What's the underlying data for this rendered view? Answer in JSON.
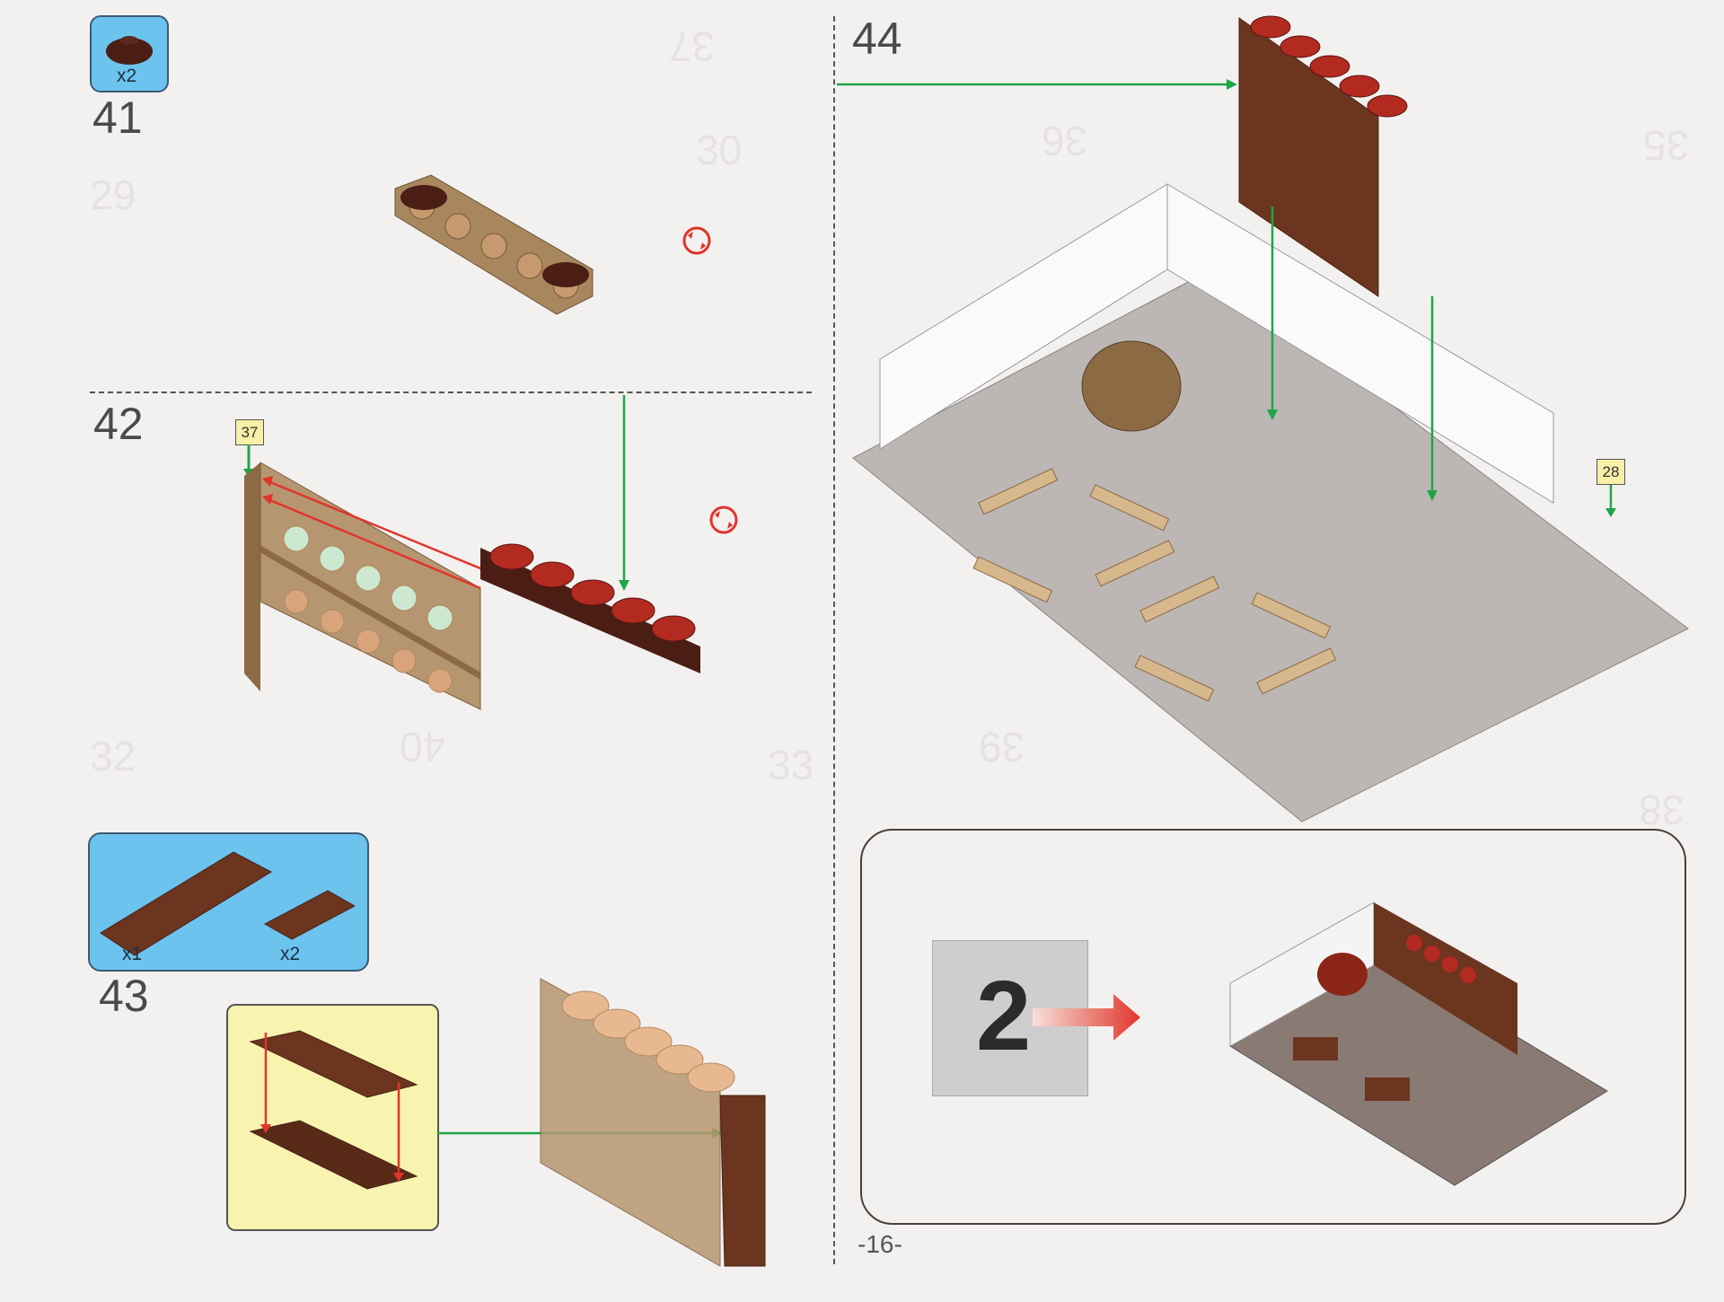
{
  "page": {
    "number": "-16-"
  },
  "background_numbers": [
    "29",
    "30",
    "37",
    "36",
    "35",
    "32",
    "40",
    "33",
    "39",
    "38"
  ],
  "steps": [
    {
      "number": "41",
      "parts": [
        {
          "name": "round-tile-dark-brown",
          "qty": "x2"
        }
      ]
    },
    {
      "number": "42",
      "callouts": [
        "37"
      ]
    },
    {
      "number": "43",
      "parts": [
        {
          "name": "plate-2x8-brown",
          "qty": "x1"
        },
        {
          "name": "tile-2x4-brown",
          "qty": "x2"
        }
      ]
    },
    {
      "number": "44",
      "callouts": [
        "28"
      ]
    }
  ],
  "bag": {
    "number": "2"
  },
  "colors": {
    "part_box": "#6cc3ee",
    "arrow_green": "#1fa548",
    "arrow_red": "#e0352b",
    "callout": "#f6f0a8",
    "subassembly": "#f8f4b0"
  }
}
